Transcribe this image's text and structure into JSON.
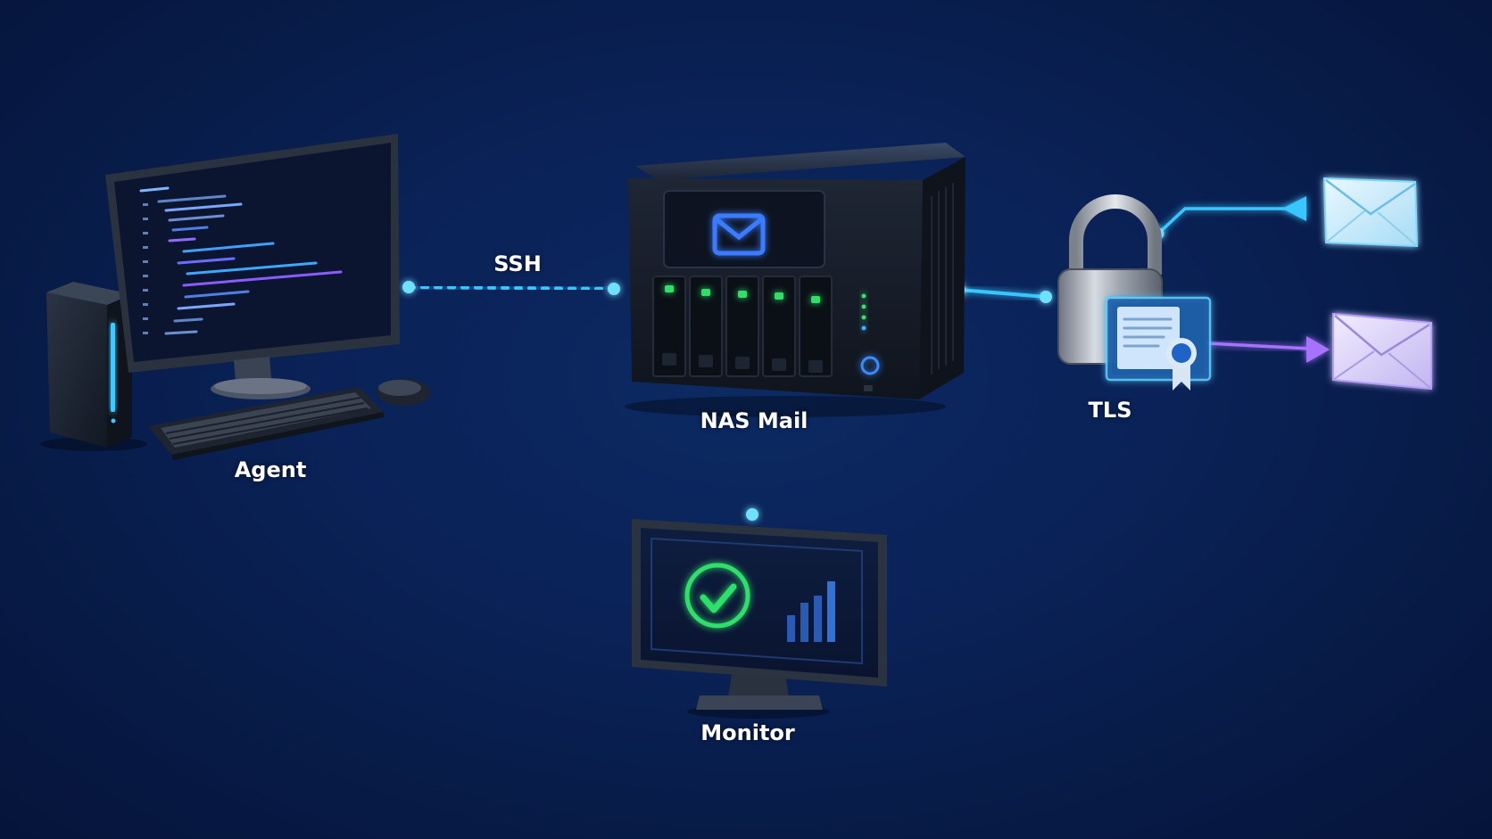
{
  "labels": {
    "ssh": "SSH",
    "agent": "Agent",
    "nas": "NAS Mail",
    "tls": "TLS",
    "monitor": "Monitor"
  },
  "colors": {
    "accent": "#39c6ff",
    "success": "#2fe06a",
    "outgoing": "#a772ff",
    "mail_icon": "#3a7bff"
  },
  "nodes": [
    {
      "id": "agent",
      "icon": "workstation-icon"
    },
    {
      "id": "nas",
      "icon": "nas-server-icon"
    },
    {
      "id": "tls",
      "icon": "padlock-certificate-icon"
    },
    {
      "id": "monitor",
      "icon": "monitor-check-icon"
    },
    {
      "id": "mail-in",
      "icon": "envelope-icon"
    },
    {
      "id": "mail-out",
      "icon": "envelope-icon"
    }
  ]
}
